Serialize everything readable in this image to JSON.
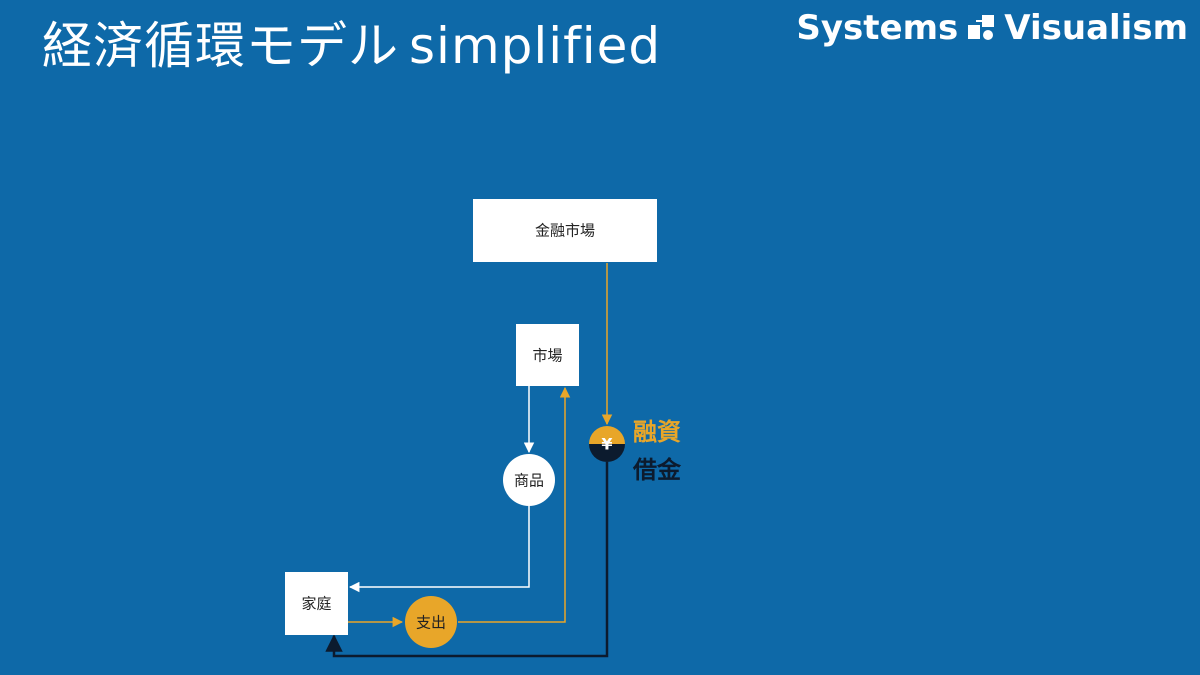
{
  "slide": {
    "title": "経済循環モデル",
    "title_suffix": "simplified"
  },
  "brand": {
    "left_word": "Systems",
    "right_word": "Visualism",
    "logo_icon": "systems-logo-icon"
  },
  "nodes": {
    "financial_market": "金融市場",
    "market": "市場",
    "goods": "商品",
    "household": "家庭",
    "spending": "支出",
    "yen_symbol": "¥"
  },
  "labels": {
    "financing": "融資",
    "borrowing": "借金"
  },
  "colors": {
    "background": "#0e69a8",
    "box": "#ffffff",
    "money_flow": "#e8a629",
    "goods_flow": "#ffffff",
    "debt_flow": "#0c1b2e"
  }
}
